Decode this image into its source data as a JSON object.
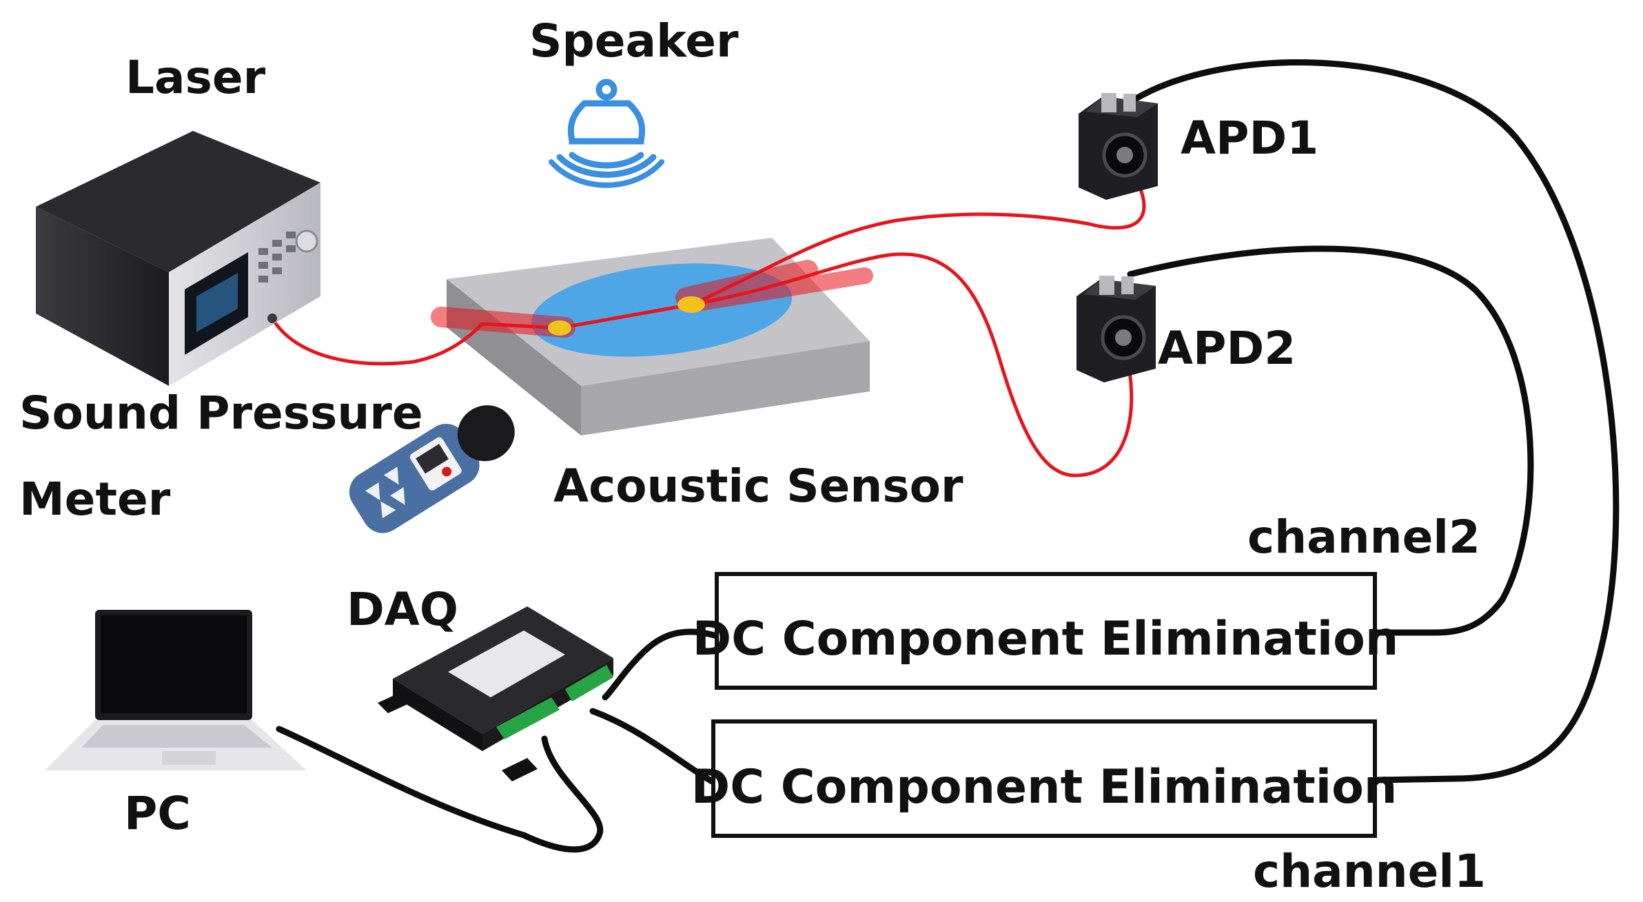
{
  "labels": {
    "laser": "Laser",
    "speaker": "Speaker",
    "apd1": "APD1",
    "apd2": "APD2",
    "sound_pressure_line1": "Sound Pressure",
    "sound_pressure_line2": "Meter",
    "acoustic_sensor": "Acoustic Sensor",
    "daq": "DAQ",
    "pc": "PC",
    "channel2": "channel2",
    "channel1": "channel1"
  },
  "boxes": {
    "dc_top": "DC Component Elimination",
    "dc_bottom": "DC Component Elimination"
  },
  "colors": {
    "fiber": "#e8141b",
    "cable": "#0d0d0d",
    "diaphragm": "#4fa6e6",
    "sensor_block": "#b3b3b6",
    "speaker_icon": "#3a8fe0",
    "connector": "#f2c21b"
  }
}
